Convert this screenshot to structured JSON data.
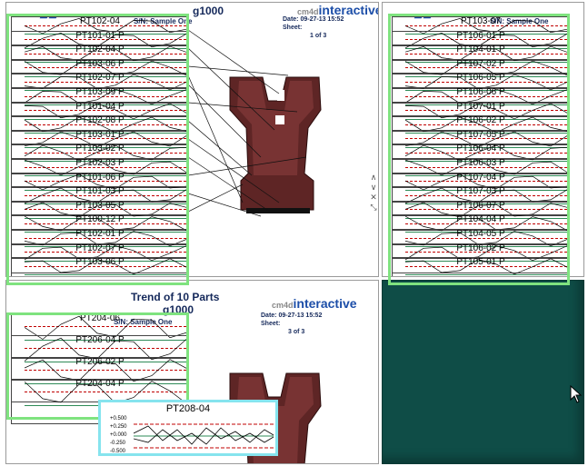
{
  "window": {
    "report_title": "Trend of 10 Parts",
    "routine": "g1000",
    "logo_text": "interactive",
    "logo_small": "cm4d",
    "sn_label": "S/N: Sample One",
    "date_label": "Date:",
    "date_value": "09-27-13 15:52",
    "sheet_label": "Sheet:",
    "sheet1": "1 of 3",
    "sheet3": "3 of 3"
  },
  "left_charts": [
    "PT102-04",
    "PT101-01 P",
    "PT102-04 P",
    "PT103-06 P",
    "PT102-07 P",
    "PT103-09 P",
    "PT101-04 P",
    "PT102-08 P",
    "PT103-01 P",
    "PT103-02 P",
    "PT102-03 P",
    "PT101-06 P",
    "PT101-03 P",
    "PT103-05 P",
    "PT100-12 P",
    "PT102-01 P",
    "PT102-07 P",
    "PT103-06 P"
  ],
  "right_charts": [
    "PT103-07",
    "PT106-01 P",
    "PT104-01 P",
    "PT107-02 P",
    "PT106-05 P",
    "PT106-06 P",
    "PT107-01 P",
    "PT106-02 P",
    "PT107-05 P",
    "PT106-04 P",
    "PT106-03 P",
    "PT107-04 P",
    "PT107-03 P",
    "PT106-07 P",
    "PT104-04 P",
    "PT104-05 P",
    "PT106-02 P",
    "PT105-01 P"
  ],
  "bottom_charts": [
    "PT204-06",
    "PT206-04 P",
    "PT206-02 P",
    "PT204-04 P"
  ],
  "popup_chart": {
    "label": "PT208-04",
    "ticks": [
      "+0.500",
      "+0.250",
      "+0.000",
      "-0.250",
      "-0.500"
    ]
  },
  "colors": {
    "dark_pane": "#0f4d47",
    "highlight": "#7fe37f",
    "highlight_cyan": "#86e4ee",
    "part": "#6a2a2a"
  }
}
